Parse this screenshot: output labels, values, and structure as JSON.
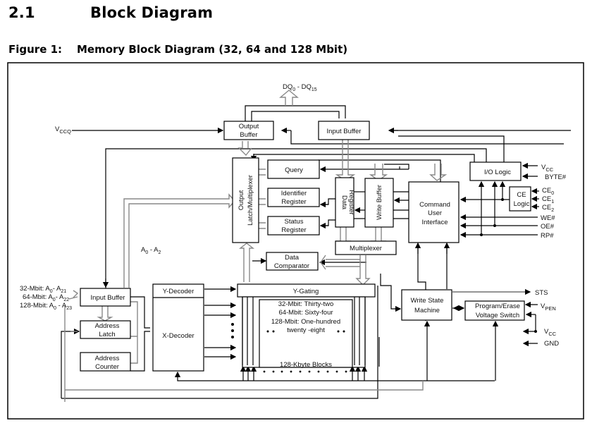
{
  "section": {
    "number": "2.1",
    "title": "Block Diagram"
  },
  "figure": {
    "label": "Figure 1:",
    "caption": "Memory Block Diagram (32, 64 and 128 Mbit)"
  },
  "blocks": {
    "output_buffer": [
      "Output",
      "Buffer"
    ],
    "input_buffer_top": "Input Buffer",
    "output_latch_mux": [
      "Output",
      "Latch/Multiplexer"
    ],
    "query": "Query",
    "identifier_register": [
      "Identifier",
      "Register"
    ],
    "status_register": [
      "Status",
      "Register"
    ],
    "data_register": [
      "Data",
      "Register"
    ],
    "write_buffer": "Write Buffer",
    "command_user_interface": [
      "Command",
      "User",
      "Interface"
    ],
    "io_logic": "I/O Logic",
    "ce_logic": [
      "CE",
      "Logic"
    ],
    "multiplexer": "Multiplexer",
    "data_comparator": [
      "Data",
      "Comparator"
    ],
    "input_buffer_addr": "Input Buffer",
    "address_latch": [
      "Address",
      "Latch"
    ],
    "address_counter": [
      "Address",
      "Counter"
    ],
    "y_decoder": "Y-Decoder",
    "x_decoder": "X-Decoder",
    "y_gating": "Y-Gating",
    "memory_array": [
      "32-Mbit: Thirty-two",
      "64-Mbit: Sixty-four",
      "128-Mbit: One-hundred",
      "twenty -eight"
    ],
    "blocks_label": "128-Kbyte Blocks",
    "write_state_machine": [
      "Write State",
      "Machine"
    ],
    "voltage_switch": [
      "Program/Erase",
      "Voltage Switch"
    ]
  },
  "signals": {
    "dq": {
      "base": "DQ",
      "sub0": "0",
      "sep": " - DQ",
      "sub1": "15"
    },
    "vccq": {
      "base": "V",
      "sub": "CCQ"
    },
    "vcc_io": {
      "base": "V",
      "sub": "CC"
    },
    "byte": "BYTE#",
    "ce0": {
      "base": "CE",
      "sub": "0"
    },
    "ce1": {
      "base": "CE",
      "sub": "1"
    },
    "ce2": {
      "base": "CE",
      "sub": "2"
    },
    "we": "WE#",
    "oe": "OE#",
    "rp": "RP#",
    "a0a2": {
      "base": "A",
      "sub0": "0",
      "sep": " - A",
      "sub1": "2"
    },
    "addr32": {
      "prefix": "32-Mbit:  A",
      "sub0": "0",
      "sep": "- A",
      "sub1": "21"
    },
    "addr64": {
      "prefix": "64-Mbit: A",
      "sub0": "0",
      "sep": "- A",
      "sub1": "22"
    },
    "addr128": {
      "prefix": "128-Mbit:  A",
      "sub0": "0",
      "sep": " - A",
      "sub1": "23"
    },
    "sts": "STS",
    "vpen": {
      "base": "V",
      "sub": "PEN"
    },
    "vcc_ps": {
      "base": "V",
      "sub": "CC"
    },
    "gnd": "GND"
  }
}
